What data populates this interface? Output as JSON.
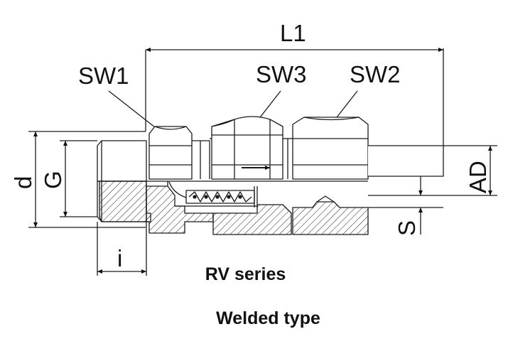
{
  "labels": {
    "L1": "L1",
    "SW1": "SW1",
    "SW3": "SW3",
    "SW2": "SW2",
    "d": "d",
    "G": "G",
    "AD": "AD",
    "S": "S",
    "i": "i"
  },
  "captions": {
    "series": "RV series",
    "type": "Welded type"
  },
  "colors": {
    "line": "#1a1a1a",
    "hatch": "#333333",
    "background": "#ffffff"
  }
}
